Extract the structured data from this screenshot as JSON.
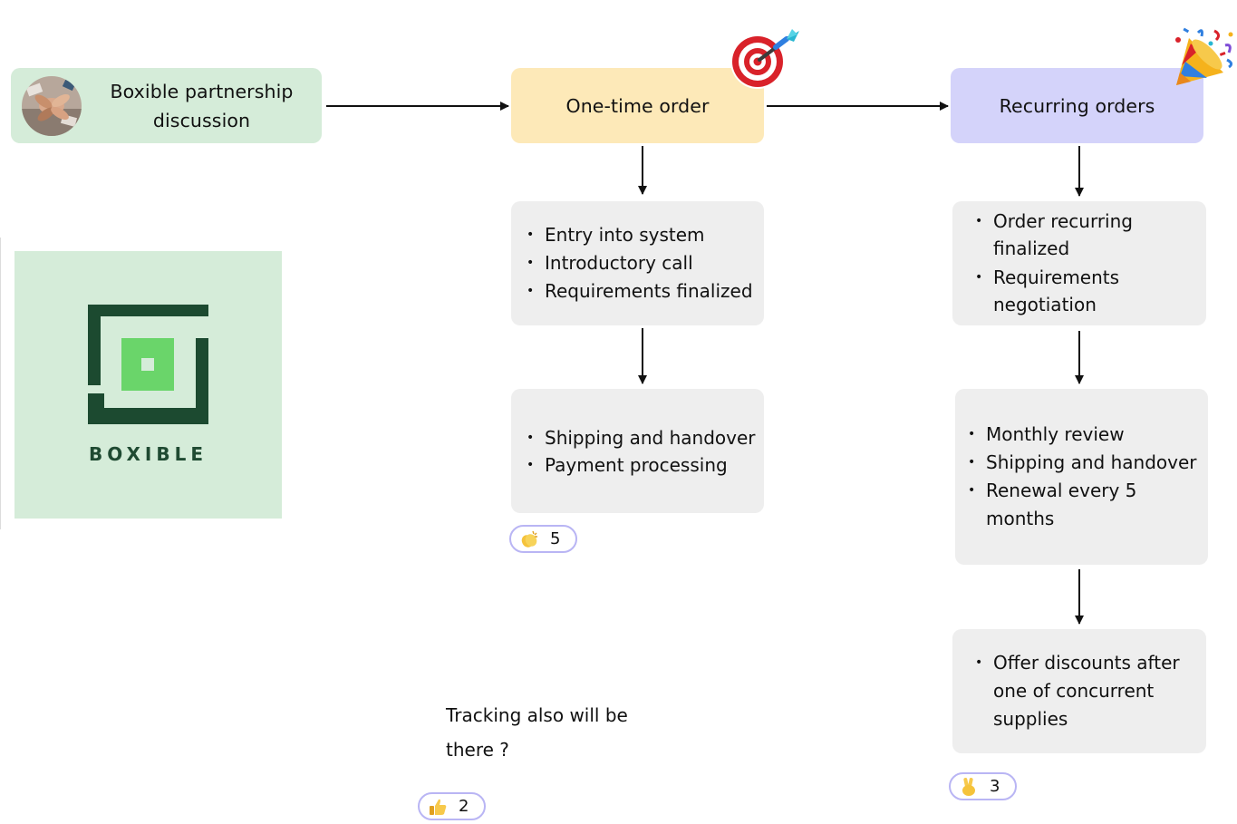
{
  "nodes": {
    "start": {
      "label": "Boxible partnership discussion"
    },
    "one_time": {
      "label": "One-time order"
    },
    "recurring": {
      "label": "Recurring orders"
    }
  },
  "one_time_steps": [
    {
      "items": [
        "Entry into system",
        "Introductory call",
        "Requirements finalized"
      ]
    },
    {
      "items": [
        "Shipping and handover",
        "Payment processing"
      ]
    }
  ],
  "recurring_steps": [
    {
      "items": [
        "Order recurring finalized",
        "Requirements negotiation"
      ]
    },
    {
      "items": [
        "Monthly review",
        "Shipping and handover",
        "Renewal every 5 months"
      ]
    },
    {
      "items": [
        "Offer discounts after one of concurrent supplies"
      ]
    }
  ],
  "logo": {
    "wordmark": "BOXIBLE"
  },
  "note": {
    "text": "Tracking also will be there ?"
  },
  "reactions": {
    "clap": {
      "icon": "clapping-hands-icon",
      "count": "5"
    },
    "thumbs": {
      "icon": "thumbs-up-icon",
      "count": "2"
    },
    "victory": {
      "icon": "victory-hand-icon",
      "count": "3"
    }
  },
  "colors": {
    "start_fill": "#d5ecd9",
    "one_time_fill": "#fde9b8",
    "recurring_fill": "#d4d3fa",
    "card_fill": "#eeeeee",
    "reaction_border": "#b9b5f4",
    "logo_dark": "#1c4a30",
    "logo_light": "#6ad56a"
  }
}
